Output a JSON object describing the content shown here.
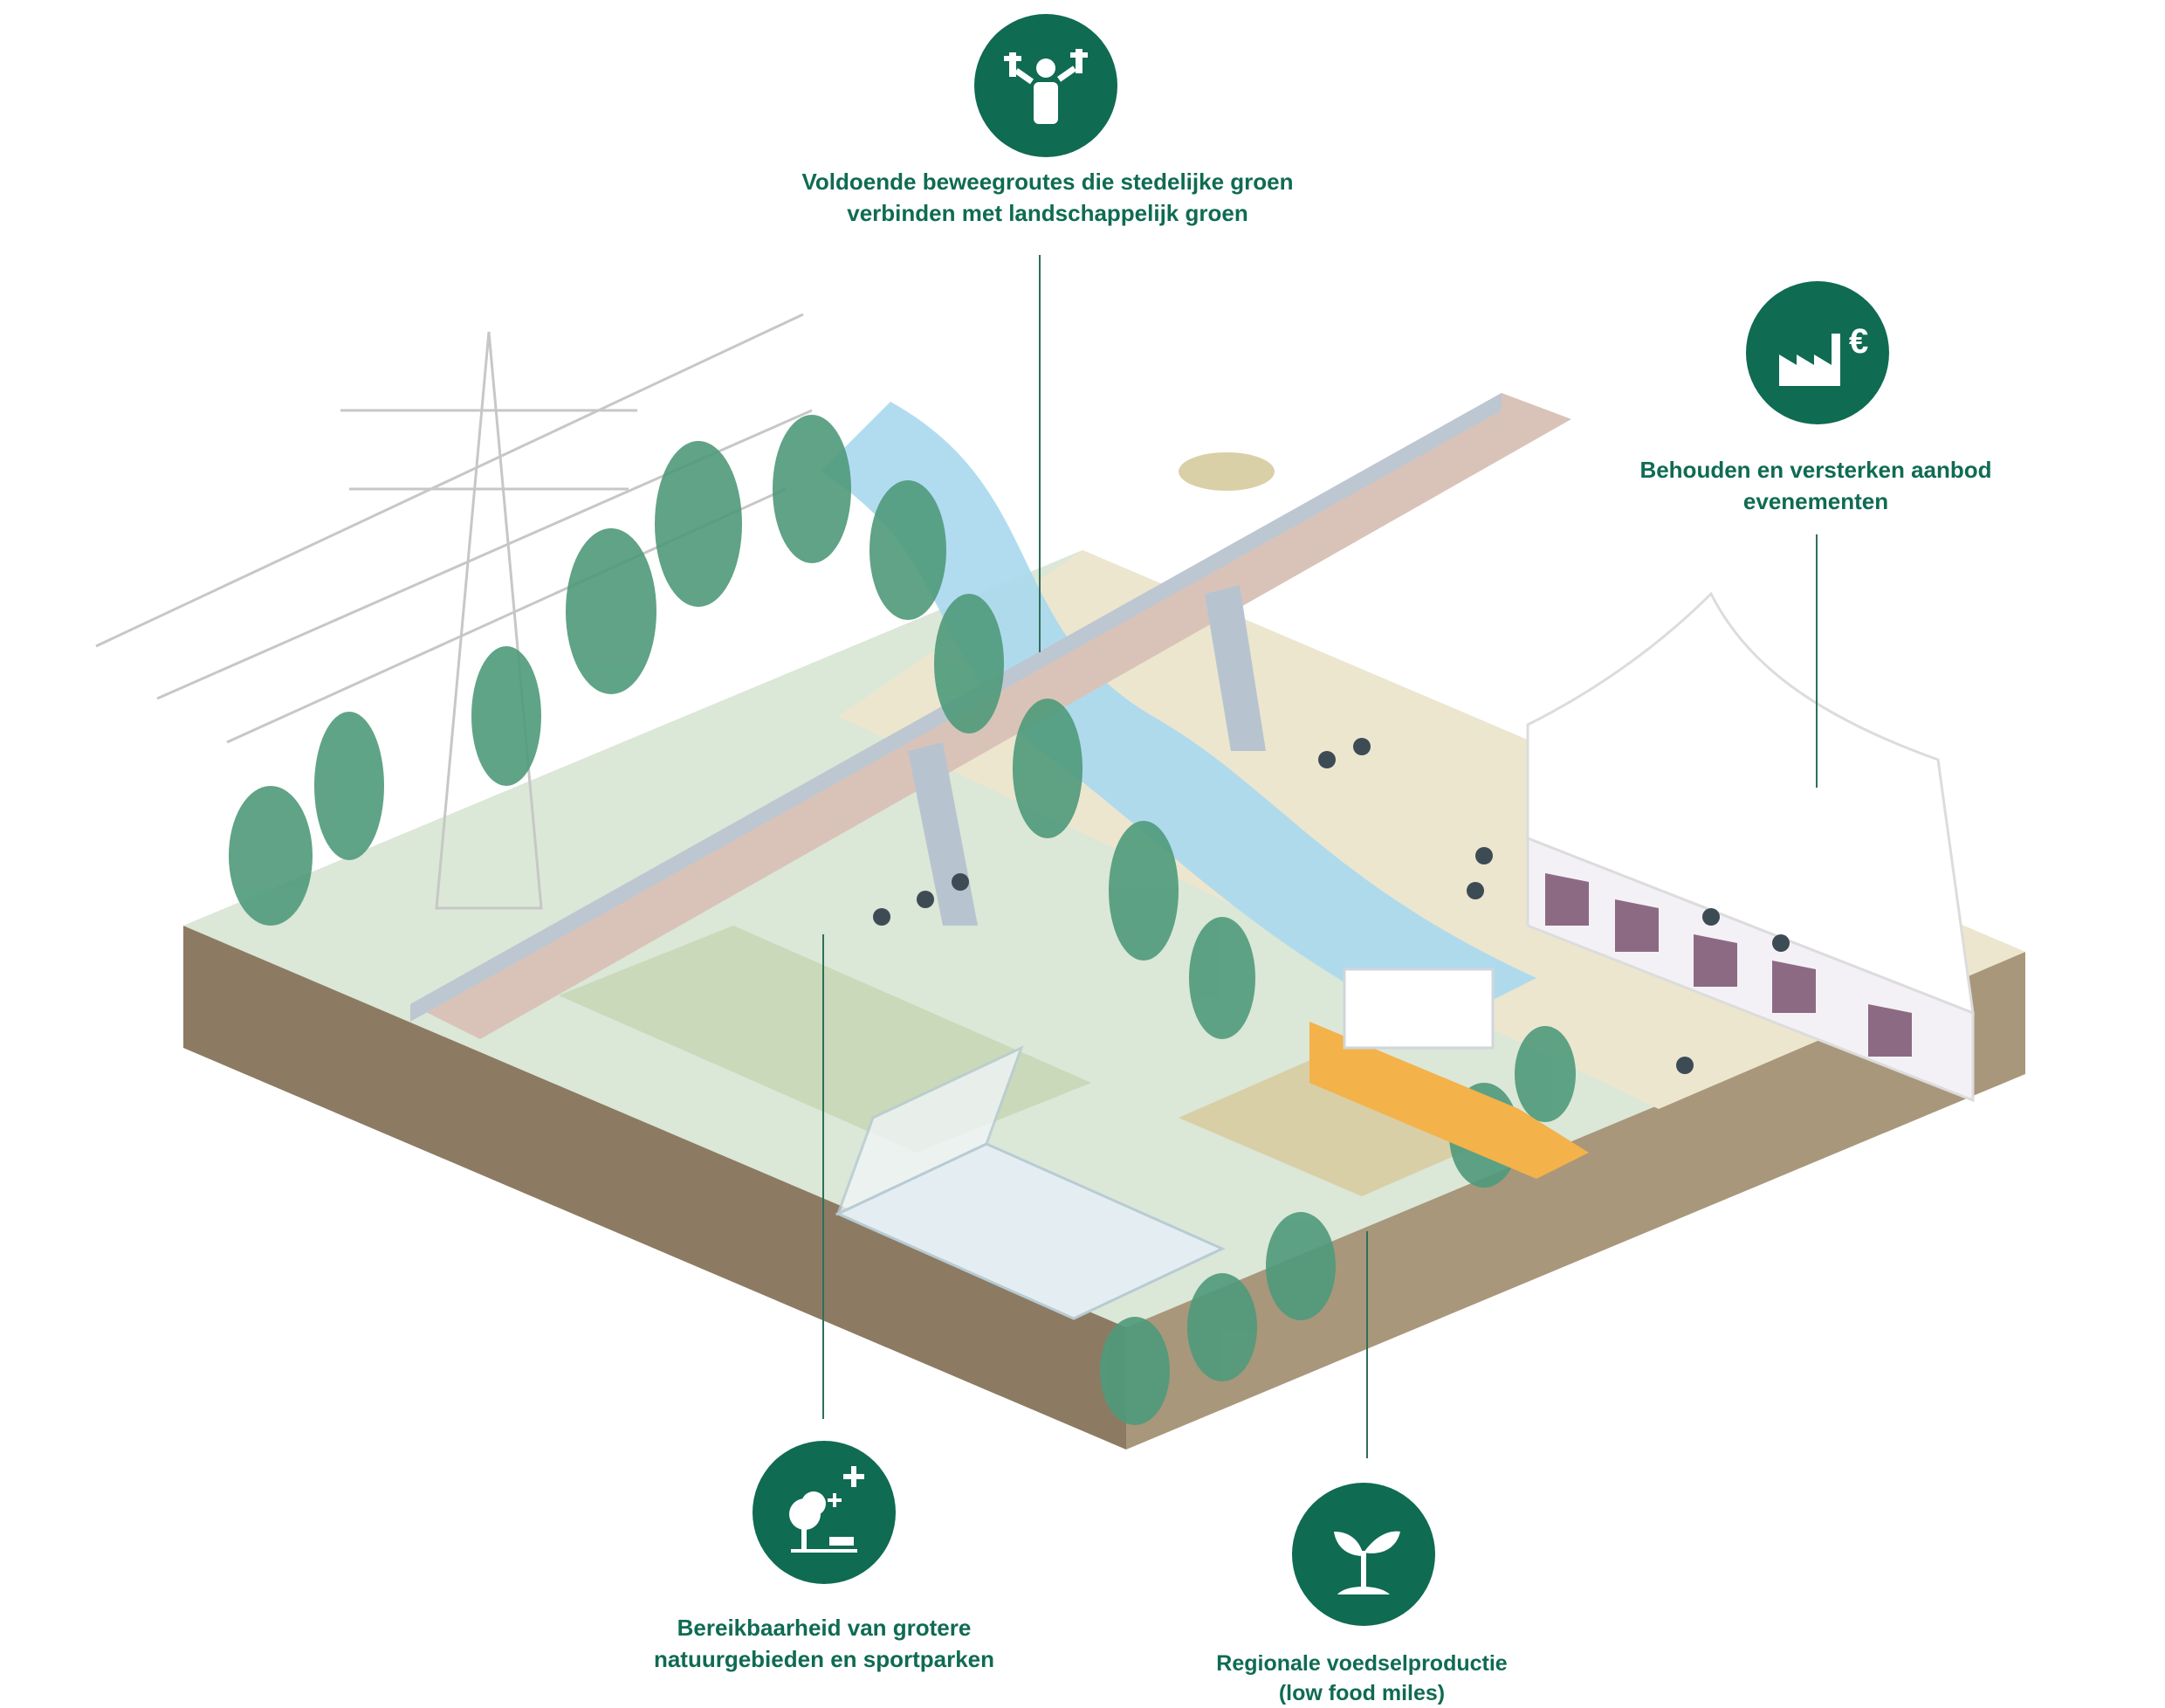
{
  "callouts": [
    {
      "id": "movement",
      "icon": "fitness-person-icon",
      "lines": [
        "Voldoende beweegroutes die stedelijke groen",
        "verbinden met landschappelijk groen"
      ]
    },
    {
      "id": "events",
      "icon": "factory-euro-icon",
      "lines": [
        "Behouden en versterken aanbod",
        "evenementen"
      ]
    },
    {
      "id": "nature",
      "icon": "tree-bench-plus-icon",
      "lines": [
        "Bereikbaarheid van grotere",
        "natuurgebieden en sportparken"
      ]
    },
    {
      "id": "food",
      "icon": "sprout-icon",
      "lines": [
        "Regionale voedselproductie",
        "(low food miles)"
      ]
    }
  ],
  "colors": {
    "brand_green": "#0f6b52",
    "soil": "#8c7b62",
    "water": "#a9d8ee",
    "grass": "#d9e8d7",
    "sand": "#ece6cf",
    "tree": "#4f9a7b"
  }
}
